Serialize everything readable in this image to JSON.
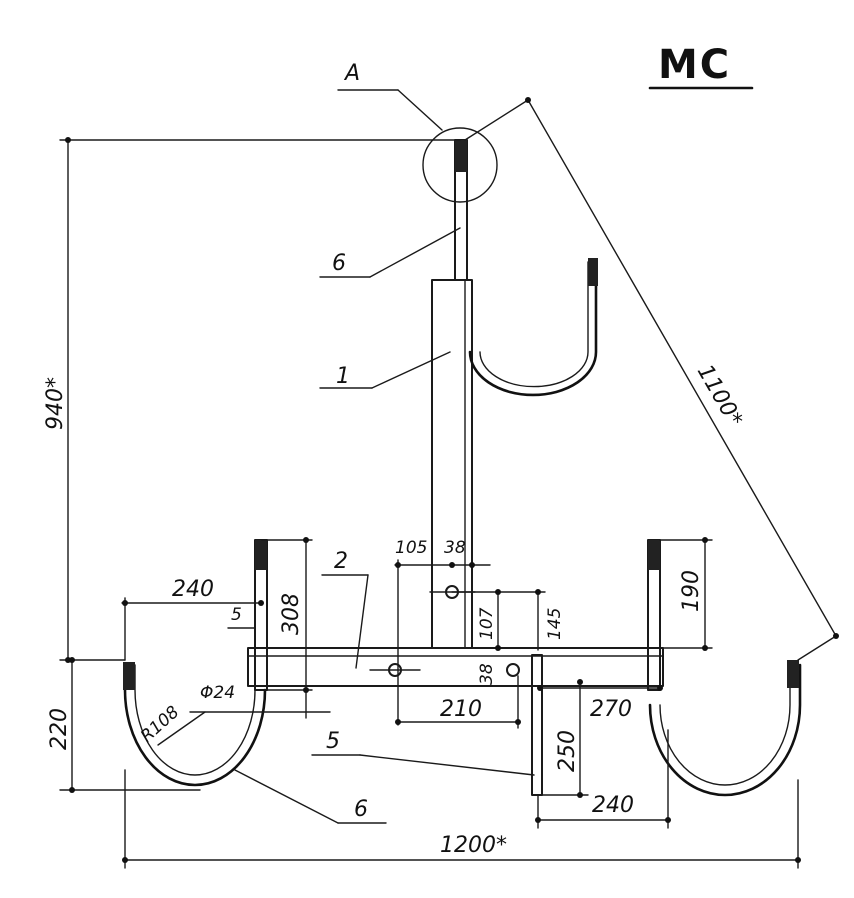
{
  "title": "МС",
  "callout_a": "А",
  "positions": {
    "p1": "1",
    "p2": "2",
    "p5": "5",
    "p6": "6"
  },
  "dimensions": {
    "h940": "940*",
    "d1100": "1100*",
    "w1200": "1200*",
    "d240_top": "240",
    "d240_bottom": "240",
    "d308": "308",
    "d5": "5",
    "d220": "220",
    "r108": "R108",
    "phi24": "Φ24",
    "d105": "105",
    "d38_top": "38",
    "d38_mid": "38",
    "d107": "107",
    "d145": "145",
    "d190": "190",
    "d210": "210",
    "d270": "270",
    "d250": "250"
  }
}
